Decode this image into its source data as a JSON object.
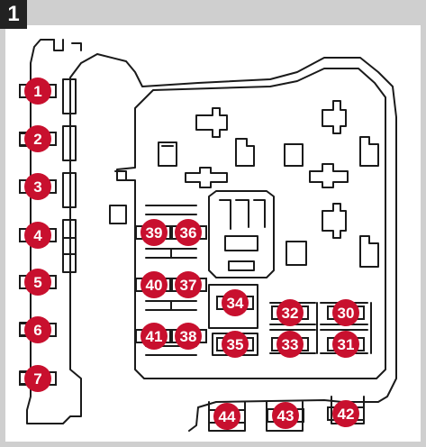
{
  "panel": {
    "number": "1"
  },
  "colors": {
    "badge": "#c8102e",
    "outline": "#1a1a1a",
    "frame": "#cfcfcf",
    "tab": "#222222"
  },
  "fuse_numbers": [
    "1",
    "2",
    "3",
    "4",
    "5",
    "6",
    "7",
    "30",
    "31",
    "32",
    "33",
    "34",
    "35",
    "36",
    "37",
    "38",
    "39",
    "40",
    "41",
    "42",
    "43",
    "44"
  ]
}
